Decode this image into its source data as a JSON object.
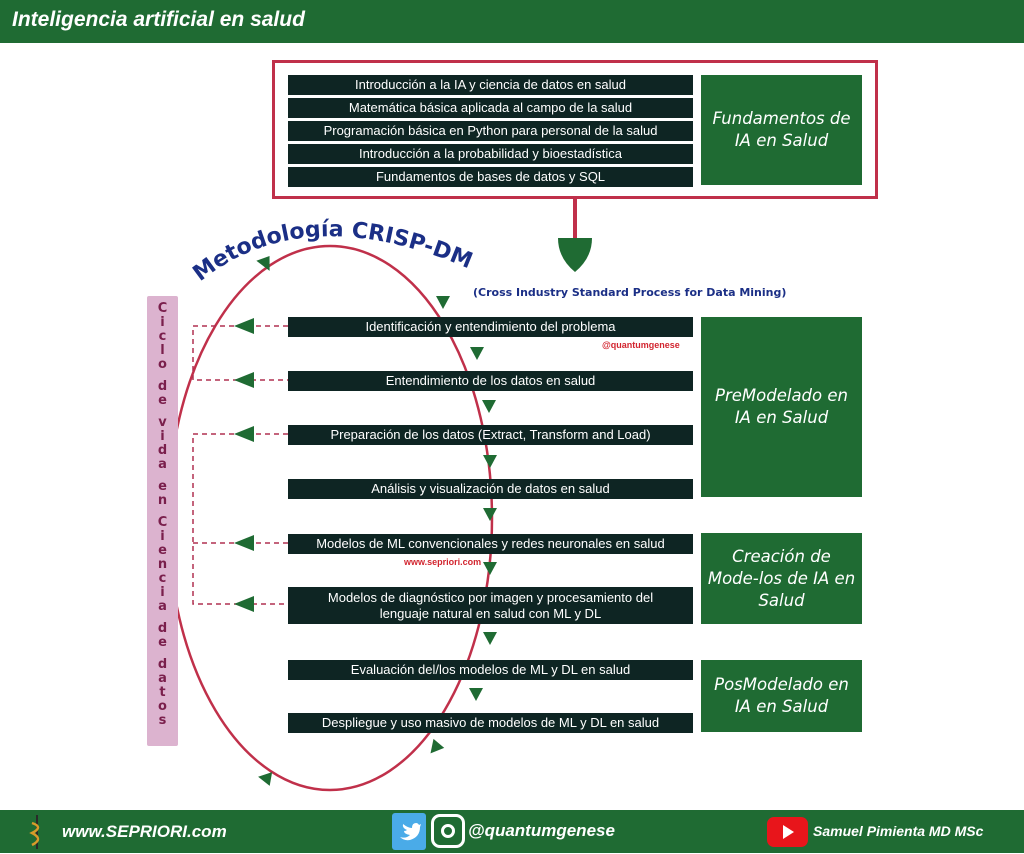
{
  "header": {
    "title": "Inteligencia artificial en salud"
  },
  "fundamentos": {
    "rows": [
      "Introducción a la IA y ciencia de datos en salud",
      "Matemática básica aplicada al campo de la salud",
      "Programación básica en Python para personal de la salud",
      "Introducción a la probabilidad y bioestadística",
      "Fundamentos de bases de datos y SQL"
    ],
    "label": "Fundamentos de IA en Salud"
  },
  "crisp": {
    "title": "Metodología CRISP-DM",
    "subtitle": "(Cross Industry Standard Process for Data Mining)"
  },
  "cycle_label": [
    "C",
    "i",
    "c",
    "l",
    "o",
    " ",
    "d",
    "e",
    " ",
    "v",
    "i",
    "d",
    "a",
    " ",
    "e",
    "n",
    " ",
    "C",
    "i",
    "e",
    "n",
    "c",
    "i",
    "a",
    " ",
    "d",
    "e",
    " ",
    "d",
    "a",
    "t",
    "o",
    "s"
  ],
  "cycle_text": "Ciclo de vida en Ciencia de datos",
  "steps": [
    "Identificación y entendimiento del problema",
    "Entendimiento de los datos en salud",
    "Preparación de los datos (Extract, Transform and Load)",
    "Análisis y visualización de datos en salud",
    "Modelos de ML convencionales y redes neuronales en salud",
    "Modelos de diagnóstico por imagen y procesamiento del lenguaje natural en salud con ML y DL",
    "Evaluación del/los modelos de ML y DL en salud",
    "Despliegue y uso masivo de modelos de ML y DL en salud"
  ],
  "phases": [
    "PreModelado en IA en Salud",
    "Creación de Mode-los de IA en Salud",
    "PosModelado en IA en Salud"
  ],
  "watermarks": {
    "handle": "@quantumgenese",
    "site": "www.sepriori.com"
  },
  "footer": {
    "site": "www.SEPRIORI.com",
    "handle": "@quantumgenese",
    "author": "Samuel Pimienta MD MSc"
  },
  "colors": {
    "green": "#1f6b33",
    "red": "#c0304a",
    "navy": "#1b2f86",
    "dark": "#0e2523",
    "pink": "#dcb3cf"
  }
}
